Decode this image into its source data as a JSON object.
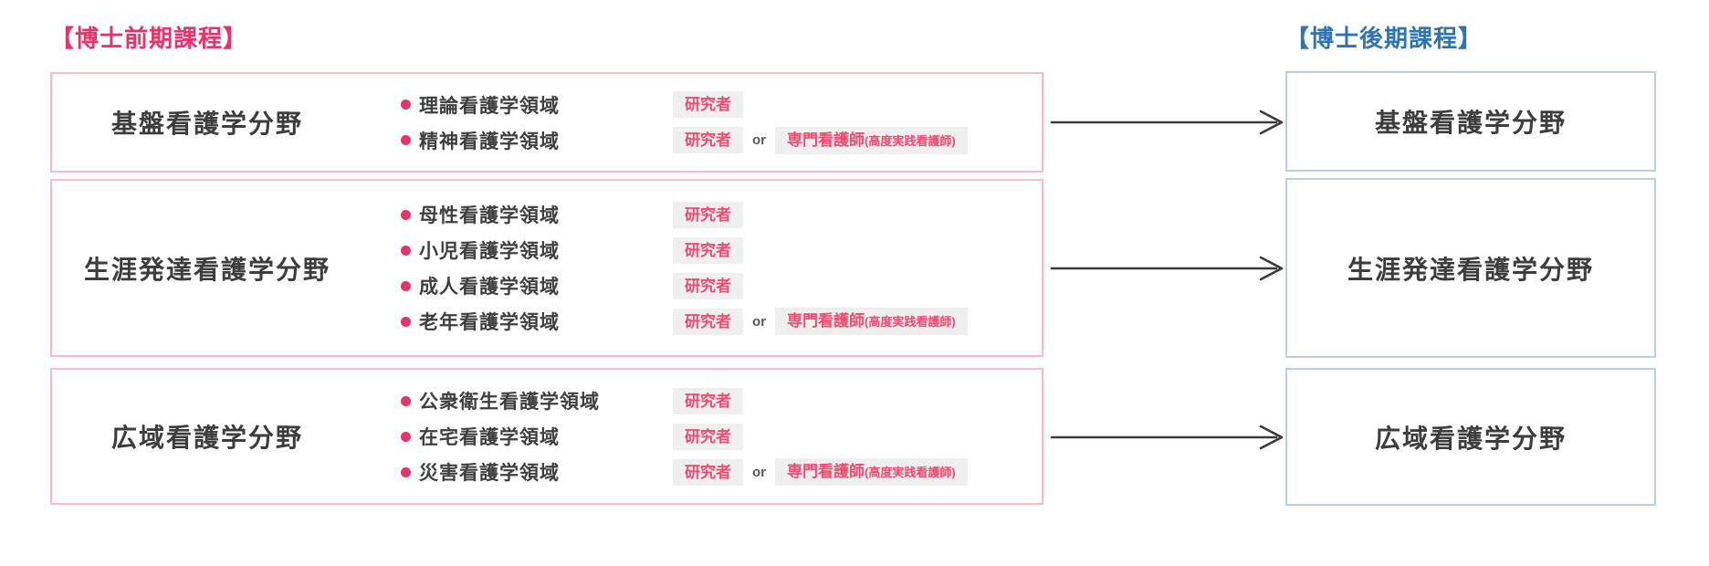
{
  "colors": {
    "left_accent": "#e8336a",
    "right_accent": "#2d74b5",
    "left_box_border": "#f7bcc4",
    "right_box_border": "#bccde4",
    "badge_background": "#efefef",
    "badge_text": "#ef4a71",
    "field_text": "#3d3d3d",
    "arrow": "#3e3a39"
  },
  "left_column": {
    "heading": "【博士前期課程】",
    "boxes": [
      {
        "name": "基盤看護学分野",
        "items": [
          {
            "label": "理論看護学領域",
            "researcher_badge": "研究者"
          },
          {
            "label": "精神看護学領域",
            "researcher_badge": "研究者",
            "or_label": "or",
            "cns_badge": "専門看護師",
            "cns_badge_sub": "(高度実践看護師)"
          }
        ]
      },
      {
        "name": "生涯発達看護学分野",
        "items": [
          {
            "label": "母性看護学領域",
            "researcher_badge": "研究者"
          },
          {
            "label": "小児看護学領域",
            "researcher_badge": "研究者"
          },
          {
            "label": "成人看護学領域",
            "researcher_badge": "研究者"
          },
          {
            "label": "老年看護学領域",
            "researcher_badge": "研究者",
            "or_label": "or",
            "cns_badge": "専門看護師",
            "cns_badge_sub": "(高度実践看護師)"
          }
        ]
      },
      {
        "name": "広域看護学分野",
        "items": [
          {
            "label": "公衆衛生看護学領域",
            "researcher_badge": "研究者"
          },
          {
            "label": "在宅看護学領域",
            "researcher_badge": "研究者"
          },
          {
            "label": "災害看護学領域",
            "researcher_badge": "研究者",
            "or_label": "or",
            "cns_badge": "専門看護師",
            "cns_badge_sub": "(高度実践看護師)"
          }
        ]
      }
    ]
  },
  "right_column": {
    "heading": "【博士後期課程】",
    "boxes": [
      {
        "name": "基盤看護学分野"
      },
      {
        "name": "生涯発達看護学分野"
      },
      {
        "name": "広域看護学分野"
      }
    ]
  }
}
